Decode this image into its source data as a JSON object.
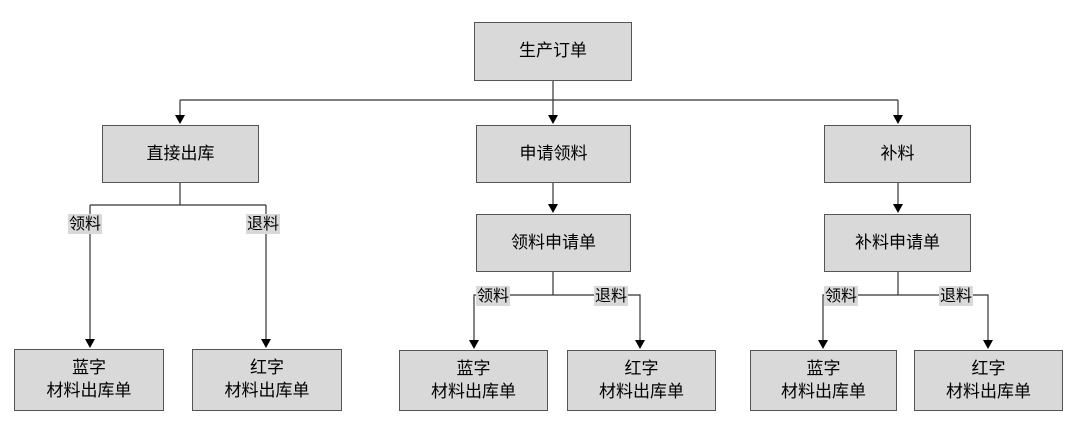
{
  "nodes": {
    "root": "生产订单",
    "direct": "直接出库",
    "apply": "申请领料",
    "supplement": "补料",
    "apply_form": "领料申请单",
    "supplement_form": "补料申请单",
    "blue_1": {
      "line1": "蓝字",
      "line2": "材料出库单"
    },
    "red_1": {
      "line1": "红字",
      "line2": "材料出库单"
    },
    "blue_2": {
      "line1": "蓝字",
      "line2": "材料出库单"
    },
    "red_2": {
      "line1": "红字",
      "line2": "材料出库单"
    },
    "blue_3": {
      "line1": "蓝字",
      "line2": "材料出库单"
    },
    "red_3": {
      "line1": "红字",
      "line2": "材料出库单"
    }
  },
  "edge_labels": {
    "direct_pick": "领料",
    "direct_return": "退料",
    "apply_pick": "领料",
    "apply_return": "退料",
    "supp_pick": "领料",
    "supp_return": "退料"
  },
  "colors": {
    "box_fill": "#d9d9d9",
    "line": "#333333",
    "arrow": "#000000"
  }
}
